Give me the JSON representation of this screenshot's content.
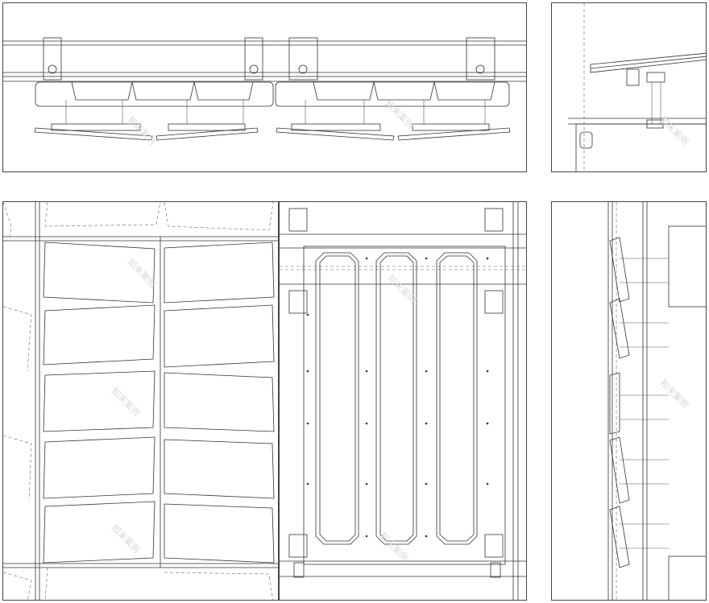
{
  "drawing": {
    "panels": [
      "elevation-top",
      "side-section-top",
      "panel-plan",
      "bracket-plan",
      "vertical-section"
    ]
  },
  "watermark": {
    "text": "知末案例"
  },
  "colors": {
    "line": "#333333",
    "background": "#ffffff",
    "watermark": "#d8d8d8"
  }
}
